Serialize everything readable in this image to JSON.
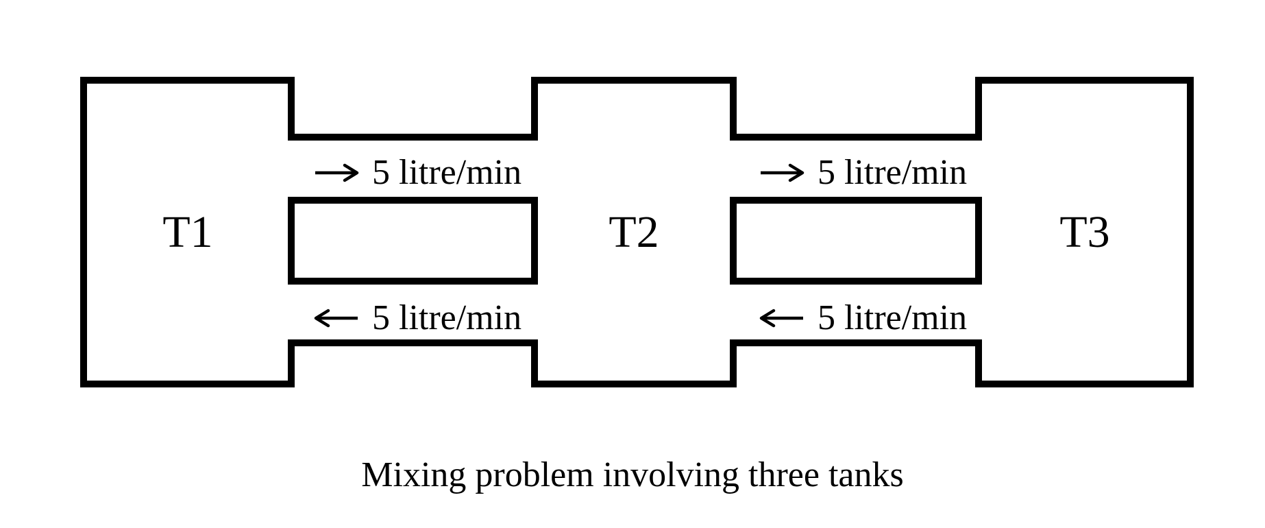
{
  "figure": {
    "caption": "Mixing problem involving three tanks",
    "tanks": [
      {
        "label": "T1"
      },
      {
        "label": "T2"
      },
      {
        "label": "T3"
      }
    ],
    "connections": [
      {
        "from": "T1",
        "to": "T2",
        "top_flow": {
          "direction": "right",
          "rate": "5 litre/min"
        },
        "bottom_flow": {
          "direction": "left",
          "rate": "5 litre/min"
        }
      },
      {
        "from": "T2",
        "to": "T3",
        "top_flow": {
          "direction": "right",
          "rate": "5 litre/min"
        },
        "bottom_flow": {
          "direction": "left",
          "rate": "5 litre/min"
        }
      }
    ],
    "colors": {
      "line": "#000000",
      "background": "#ffffff"
    }
  }
}
